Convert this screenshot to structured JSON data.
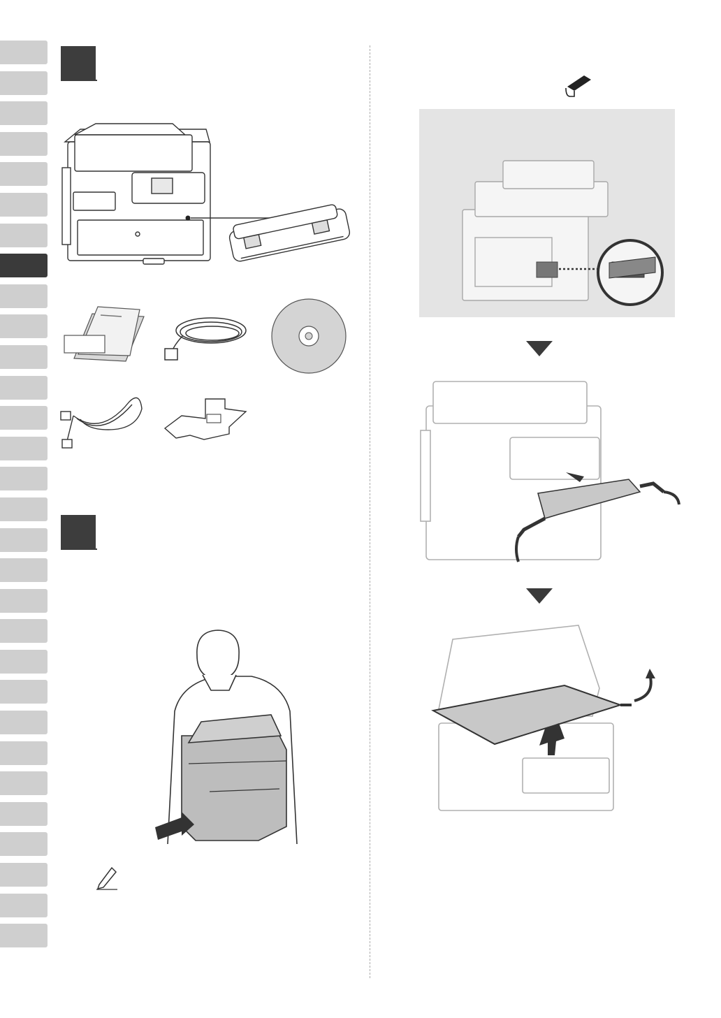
{
  "tabs": {
    "count": 30,
    "active_index": 7
  },
  "steps": [
    {
      "id": "contents"
    },
    {
      "id": "move-machine"
    }
  ],
  "icons": {
    "tape_icon": "tape-icon",
    "note_icon": "pencil-note-icon",
    "arrow": "down-arrow-icon"
  },
  "colors": {
    "tab": "#cfcfcf",
    "tab_active": "#3a3a3a",
    "step_box": "#3d3d3d",
    "panel": "#e4e4e4"
  }
}
